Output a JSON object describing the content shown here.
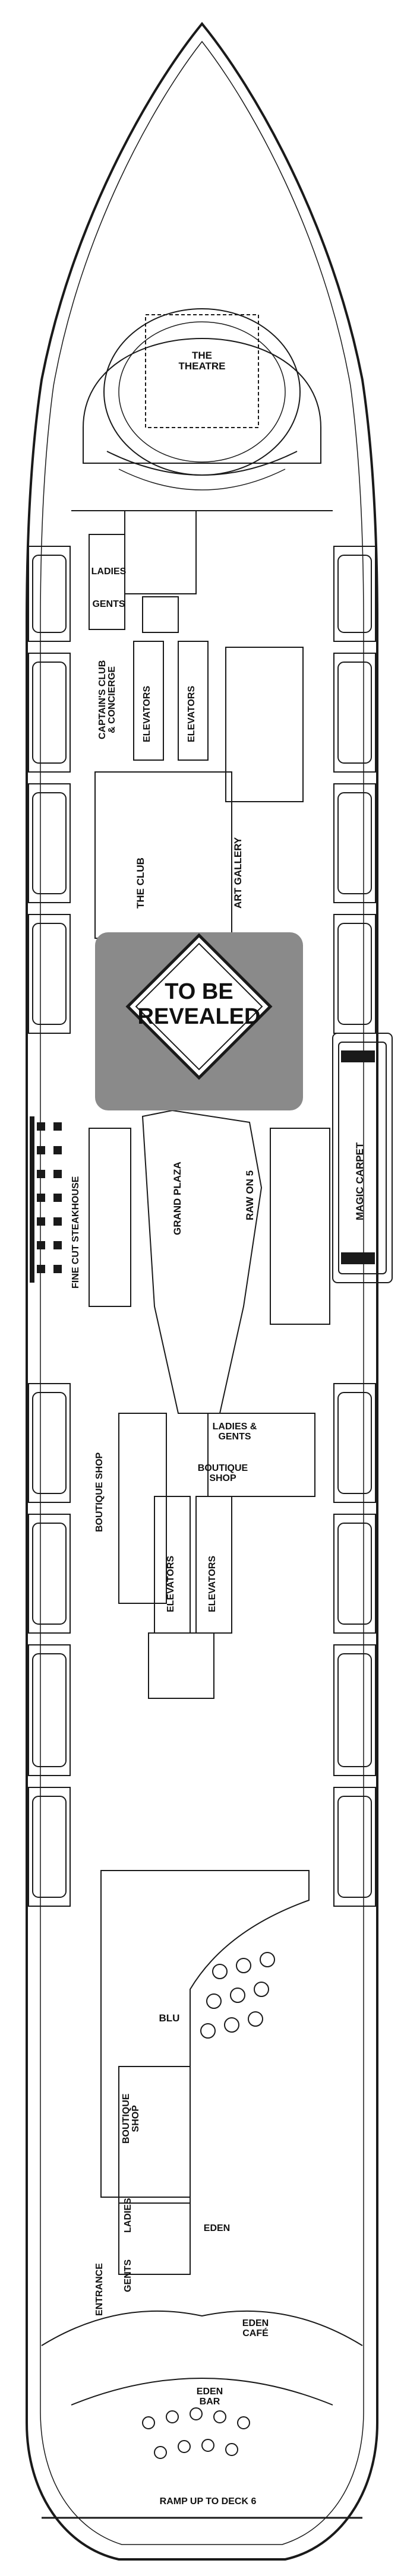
{
  "labels": {
    "theatre": "THE\nTHEATRE",
    "ladies_fwd": "LADIES",
    "gents_fwd": "GENTS",
    "captains_club": "CAPTAIN'S CLUB\n& CONCIERGE",
    "elevators_fwd_1": "ELEVATORS",
    "elevators_fwd_2": "ELEVATORS",
    "the_club": "THE CLUB",
    "art_gallery": "ART GALLERY",
    "to_be_revealed": "TO BE\nREVEALED",
    "fine_cut": "FINE CUT STEAKHOUSE",
    "grand_plaza": "GRAND PLAZA",
    "raw_on_5": "RAW ON 5",
    "magic_carpet": "MAGIC CARPET",
    "boutique_shop_left": "BOUTIQUE SHOP",
    "ladies_gents_mid": "LADIES &\nGENTS",
    "boutique_shop_right": "BOUTIQUE\nSHOP",
    "elevators_mid_1": "ELEVATORS",
    "elevators_mid_2": "ELEVATORS",
    "blu": "BLU",
    "boutique_shop_aft": "BOUTIQUE\nSHOP",
    "ladies_aft": "LADIES",
    "gents_aft": "GENTS",
    "entrance": "ENTRANCE",
    "eden": "EDEN",
    "eden_cafe": "EDEN\nCAFÉ",
    "eden_bar": "EDEN\nBAR",
    "ramp": "RAMP UP TO DECK 6"
  },
  "colors": {
    "outline": "#1a1a1a",
    "reveal_fill": "#8a8a8a",
    "diamond_fill": "#ffffff",
    "water_area": "#ffffff"
  }
}
